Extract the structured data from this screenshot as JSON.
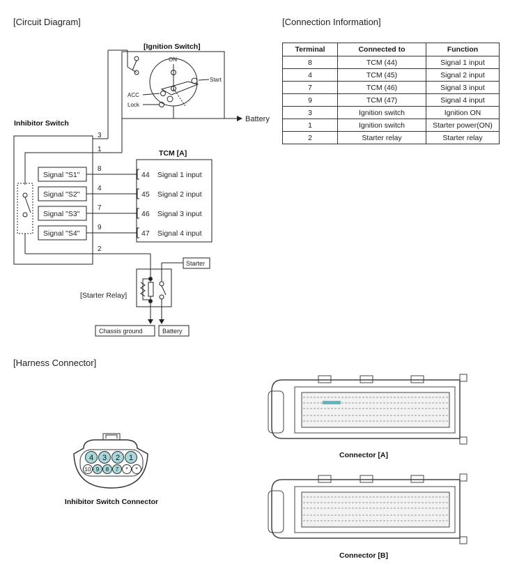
{
  "sections": {
    "circuit_diagram": "[Circuit Diagram]",
    "connection_information": "[Connection Information]",
    "harness_connector": "[Harness Connector]"
  },
  "circuit": {
    "ignition_switch": {
      "title": "[Ignition Switch]",
      "on": "ON",
      "start": "Start",
      "acc": "ACC",
      "lock": "Lock"
    },
    "battery_arrow": "Battery",
    "inhibitor_switch": "Inhibitor Switch",
    "tcm_title": "TCM [A]",
    "signals": [
      {
        "name": "Signal \"S1\"",
        "terminal": "8",
        "tcm_pin": "44",
        "tcm_label": "Signal 1 input"
      },
      {
        "name": "Signal \"S2\"",
        "terminal": "4",
        "tcm_pin": "45",
        "tcm_label": "Signal 2 input"
      },
      {
        "name": "Signal \"S3\"",
        "terminal": "7",
        "tcm_pin": "46",
        "tcm_label": "Signal 3 input"
      },
      {
        "name": "Signal \"S4\"",
        "terminal": "9",
        "tcm_pin": "47",
        "tcm_label": "Signal 4 input"
      }
    ],
    "terminal_3": "3",
    "terminal_1": "1",
    "terminal_2": "2",
    "starter": "Starter",
    "starter_relay": "[Starter Relay]",
    "chassis_ground": "Chassis ground",
    "battery_box": "Battery"
  },
  "connection_table": {
    "headers": [
      "Terminal",
      "Connected to",
      "Function"
    ],
    "rows": [
      [
        "8",
        "TCM (44)",
        "Signal 1 input"
      ],
      [
        "4",
        "TCM (45)",
        "Signal 2 input"
      ],
      [
        "7",
        "TCM (46)",
        "Signal 3 input"
      ],
      [
        "9",
        "TCM (47)",
        "Signal 4 input"
      ],
      [
        "3",
        "Ignition switch",
        "Ignition ON"
      ],
      [
        "1",
        "Ignition switch",
        "Starter power(ON)"
      ],
      [
        "2",
        "Starter relay",
        "Starter relay"
      ]
    ]
  },
  "harness": {
    "inhibitor_connector_caption": "Inhibitor Switch Connector",
    "top_row_pins": [
      "4",
      "3",
      "2",
      "1"
    ],
    "bottom_row_pins": [
      "10",
      "9",
      "8",
      "7",
      "*",
      "*"
    ],
    "connector_a_caption": "Connector [A]",
    "connector_b_caption": "Connector [B]"
  },
  "colors": {
    "pin_fill": "#a8d8dc",
    "highlight_pin": "#5fb7bd",
    "line": "#222222"
  }
}
